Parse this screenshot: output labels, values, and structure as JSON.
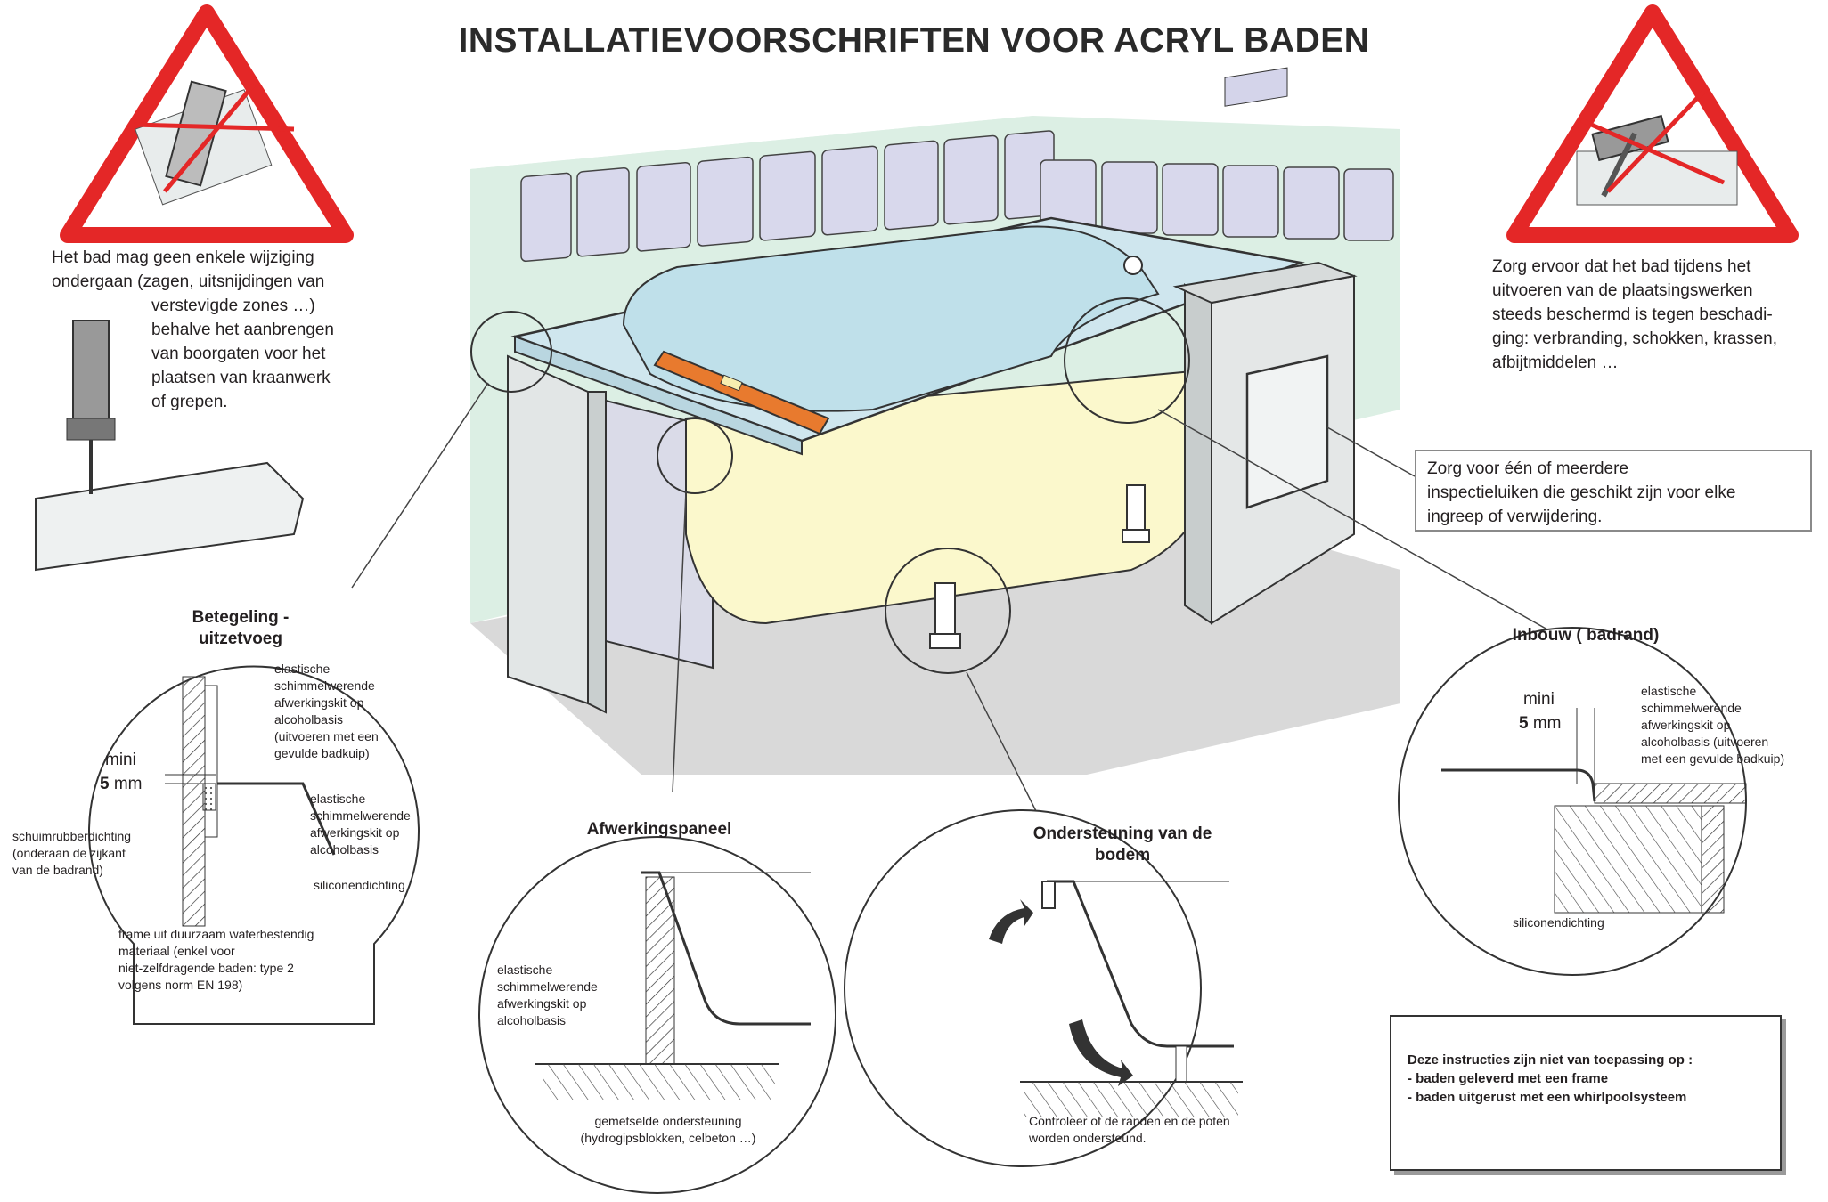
{
  "title": "INSTALLATIEVOORSCHRIFTEN VOOR ACRYL BADEN",
  "warning_left": {
    "icon": "no-sawing-warning-icon",
    "lines": [
      "Het bad mag geen enkele wijziging",
      "ondergaan (zagen, uitsnijdingen van",
      "verstevigde zones …)",
      "behalve het aanbrengen",
      "van boorgaten voor het",
      "plaatsen van kraanwerk",
      "of grepen."
    ]
  },
  "warning_right": {
    "icon": "no-hammer-warning-icon",
    "lines": [
      "Zorg ervoor dat het bad tijdens het",
      "uitvoeren van de plaatsingswerken",
      "steeds beschermd is tegen beschadi-",
      "ging: verbranding, schokken, krassen,",
      "afbijtmiddelen …"
    ]
  },
  "inspection_box": {
    "lines": [
      "Zorg voor één of meerdere",
      "inspectieluiken die geschikt zijn voor elke",
      "ingreep of verwijdering."
    ]
  },
  "detail_tiling": {
    "heading": [
      "Betegeling -",
      "uitzetvoeg"
    ],
    "sealant_top": [
      "elastische",
      "schimmelwerende",
      "afwerkingskit op",
      "alcoholbasis",
      "(uitvoeren met een",
      "gevulde badkuip)"
    ],
    "mini": "mini",
    "five": "5",
    "mm": "mm",
    "sealant_mid": [
      "elastische",
      "schimmelwerende",
      "afwerkingskit op",
      "alcoholbasis"
    ],
    "foam": [
      "schuimrubberdichting",
      "(onderaan de zijkant",
      "van de badrand)"
    ],
    "silicone": "siliconendichting",
    "frame": [
      "frame uit duurzaam waterbestendig",
      "materiaal (enkel voor",
      "niet-zelfdragende baden: type 2",
      "volgens norm EN 198)"
    ]
  },
  "detail_panel": {
    "heading": "Afwerkingspaneel",
    "sealant": [
      "elastische",
      "schimmelwerende",
      "afwerkingskit op",
      "alcoholbasis"
    ],
    "support": [
      "gemetselde ondersteuning",
      "(hydrogipsblokken, celbeton …)"
    ]
  },
  "detail_floor": {
    "heading": [
      "Ondersteuning van de",
      "bodem"
    ],
    "check": [
      "Controleer of de randen en de poten",
      "worden ondersteund."
    ]
  },
  "detail_built_in": {
    "heading": "Inbouw ( badrand)",
    "mini": "mini",
    "five": "5",
    "mm": "mm",
    "sealant": [
      "elastische",
      "schimmelwerende",
      "afwerkingskit op",
      "alcoholbasis (uitvoeren",
      "met een gevulde badkuip)"
    ],
    "silicone": "siliconendichting"
  },
  "exclusions": {
    "lines": [
      "Deze instructies zijn niet van toepassing op :",
      "- baden geleverd met een frame",
      "- baden uitgerust met een whirlpoolsysteem"
    ]
  },
  "colors": {
    "wall": "#dcefe4",
    "floor": "#d9d9d9",
    "tile": "#d8d8ec",
    "bath_rim": "#cfe6ee",
    "bath_tub": "#fbf8cc",
    "level": "#e87a2e",
    "warning_red": "#e42727",
    "outline": "#2b2b2b"
  }
}
